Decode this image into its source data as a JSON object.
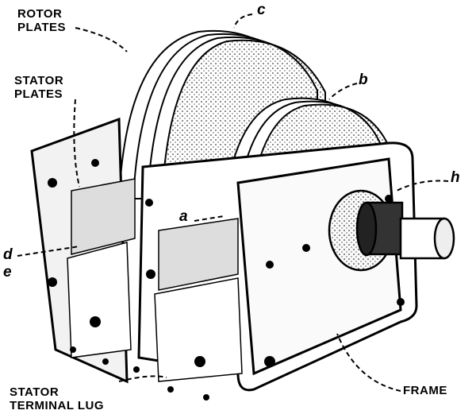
{
  "labels": {
    "rotor_plates": [
      "ROTOR",
      "PLATES"
    ],
    "stator_plates": [
      "STATOR",
      "PLATES"
    ],
    "stator_terminal_lug": [
      "STATOR",
      "TERMINAL LUG"
    ],
    "frame": "FRAME",
    "a": "a",
    "b": "b",
    "c": "c",
    "d": "d",
    "e": "e",
    "h": "h"
  }
}
